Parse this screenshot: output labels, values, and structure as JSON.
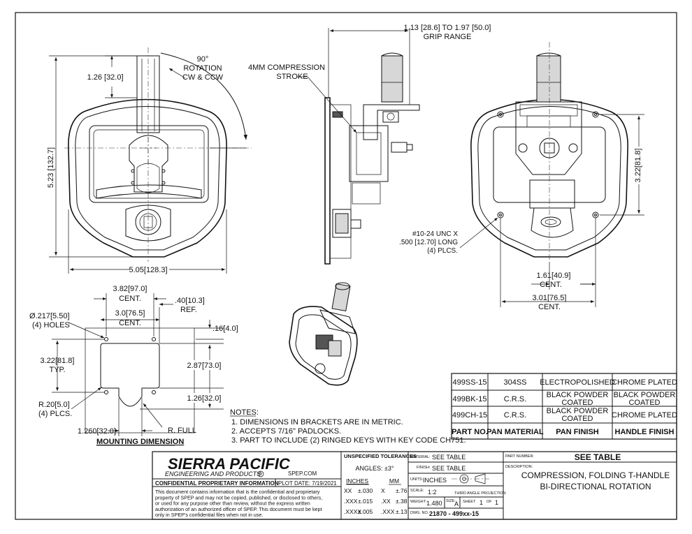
{
  "dims": {
    "rotation": [
      "90°",
      "ROTATION",
      "CW & CCW"
    ],
    "handle_height": "1.26",
    "handle_height_mm": "32.0",
    "overall_height": "5.23",
    "overall_height_mm": "132.7",
    "overall_width": "5.05",
    "overall_width_mm": "128.3",
    "compression": [
      "4MM COMPRESSION",
      "STROKE"
    ],
    "grip_range": [
      "1.13 [28.6] TO 1.97 [50.0]",
      "GRIP RANGE"
    ],
    "rear_height": "3.22",
    "rear_height_mm": "81.8",
    "stud_note": [
      "#10-24 UNC X",
      ".500 [12.70] LONG",
      "(4) PLCS."
    ],
    "rear_w1": "1.61",
    "rear_w1_mm": "40.9",
    "rear_w2": "3.01",
    "rear_w2_mm": "76.5",
    "cent": "CENT."
  },
  "mounting": {
    "d1": "3.82",
    "d1_mm": "97.0",
    "cent": "CENT.",
    "d2": ".40",
    "d2_mm": "10.3",
    "ref": "REF.",
    "d3": "3.0",
    "d3_mm": "76.5",
    "holes": "Ø.217",
    "holes_mm": "5.50",
    "holes_qty": "(4) HOLES",
    "d4": ".16",
    "d4_mm": "4.0",
    "typ_h": "3.22",
    "typ_h_mm": "81.8",
    "typ": "TYP.",
    "d5": "2.87",
    "d5_mm": "73.0",
    "d6": "1.26",
    "d6_mm": "32.0",
    "radius": "R.20",
    "radius_mm": "5.0",
    "radius_qty": "(4) PLCS.",
    "d7": "1.260",
    "d7_mm": "32.0",
    "rfull": "R. FULL",
    "title": "MOUNTING DIMENSION"
  },
  "notes": {
    "heading": "NOTES:",
    "items": [
      "1.   DIMENSIONS IN BRACKETS ARE IN METRIC.",
      "2.   ACCEPTS 7/16\" PADLOCKS.",
      "3.   PART TO INCLUDE (2) RINGED KEYS WITH KEY CODE CH751."
    ]
  },
  "part_table": {
    "rows": [
      [
        "499SS-15",
        "304SS",
        "ELECTROPOLISHED",
        "CHROME PLATED"
      ],
      [
        "499BK-15",
        "C.R.S.",
        "BLACK POWDER|COATED",
        "BLACK POWDER|COATED"
      ],
      [
        "499CH-15",
        "C.R.S.",
        "BLACK POWDER|COATED",
        "CHROME PLATED"
      ]
    ],
    "headers": [
      "PART NO.",
      "PAN MATERIAL",
      "PAN FINISH",
      "HANDLE FINISH"
    ]
  },
  "title_block": {
    "company": "SIERRA PACIFIC",
    "company_sub": "ENGINEERING AND PRODUCTS",
    "reg": "R",
    "web": "SPEP.COM",
    "confidential": "CONFIDENTIAL PROPRIETARY INFORMATION",
    "plot_date": "PLOT DATE:  7/19/2021",
    "disclaimer": [
      "This document contains information that is the confidential and proprietary",
      "property of SPEP and may not be copied, published, or disclosed to others,",
      "or used for any purpose  other than review, without the express written",
      "authorization of an authorized officer of SPEP. This document must be kept",
      "only in SPEP's confidential files when not in use."
    ],
    "tol_title": "UNSPECIFIED TOLERANCES",
    "angles": "ANGLES:  ±3°",
    "inches": "INCHES",
    "mm": "MM",
    "tol_rows": [
      [
        "XX",
        "±.030",
        "X",
        "±.76"
      ],
      [
        ".XXX",
        "±.015",
        ".XX",
        "±.38"
      ],
      [
        ".XXXX",
        "±.005",
        ".XXX",
        "±.13"
      ]
    ],
    "material_label": "MATERIAL:",
    "material": "SEE TABLE",
    "finish_label": "FINISH:",
    "finish": "SEE TABLE",
    "units_label": "UNITS:",
    "units": "INCHES",
    "scale_label": "SCALE:",
    "scale": "1:2",
    "projection": "THIRD ANGLE PROJECTION",
    "weight_label": "WEIGHT:",
    "weight": "1.480",
    "size_label": "SIZE:",
    "size": "A",
    "sheet_label": "SHEET",
    "sheet": "1",
    "of_label": "OF",
    "of": "1",
    "dwg_label": "DWG. NO.",
    "dwg": "21870 - 499xx-15",
    "part_number_label": "PART NUMBER:",
    "part_number": "SEE TABLE",
    "description_label": "DESCRIPTION:",
    "description": [
      "COMPRESSION, FOLDING T-HANDLE",
      "BI-DIRECTIONAL ROTATION"
    ]
  }
}
